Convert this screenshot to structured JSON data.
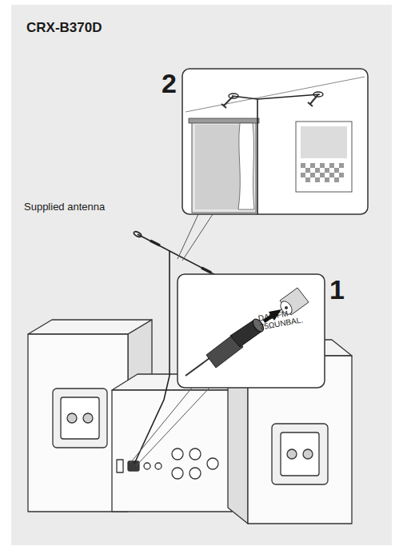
{
  "diagram": {
    "title": "CRX-B370D",
    "labels": [
      "2",
      "Supplied antenna",
      "1",
      "DAB/FM 75ΩUNBAL."
    ]
  }
}
